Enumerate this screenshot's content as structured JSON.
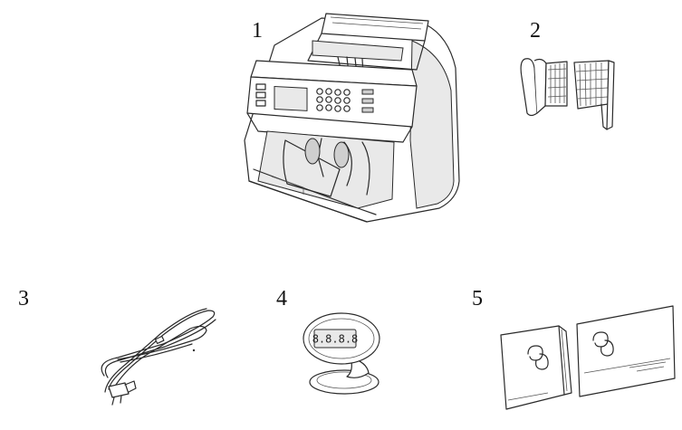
{
  "items": [
    {
      "label": "1",
      "icon": "banknote-counter-icon"
    },
    {
      "label": "2",
      "icon": "note-guides-icon"
    },
    {
      "label": "3",
      "icon": "power-cord-icon"
    },
    {
      "label": "4",
      "icon": "external-display-icon",
      "display_text": "8.8.8.8"
    },
    {
      "label": "5",
      "icon": "user-manual-icon"
    }
  ]
}
